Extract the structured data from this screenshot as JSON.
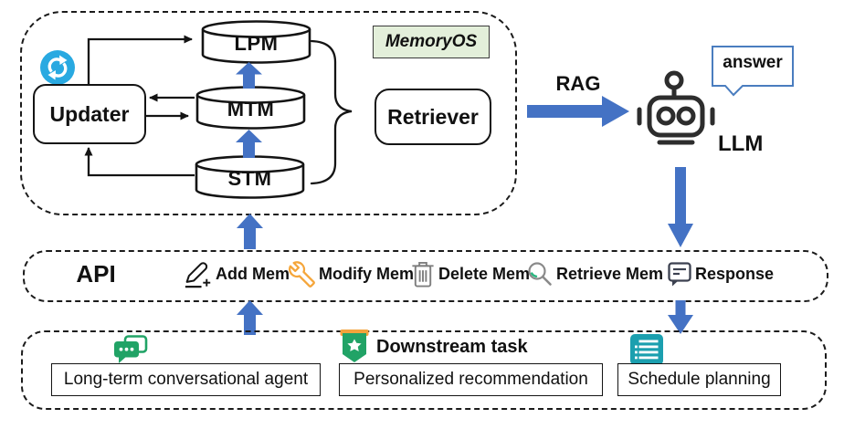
{
  "memory_os": {
    "badge": "MemoryOS",
    "updater_label": "Updater",
    "retriever_label": "Retriever",
    "memory_layers": [
      "LPM",
      "MTM",
      "STM"
    ]
  },
  "llm_section": {
    "rag_arrow_label": "RAG",
    "llm_label": "LLM",
    "speech_bubble": "answer"
  },
  "api_bar": {
    "title": "API",
    "operations": [
      {
        "icon": "pencil-add-icon",
        "label": "Add Mem"
      },
      {
        "icon": "wrench-icon",
        "label": "Modify Mem"
      },
      {
        "icon": "trash-icon",
        "label": "Delete Mem"
      },
      {
        "icon": "magnifier-icon",
        "label": "Retrieve Mem"
      },
      {
        "icon": "response-bubble-icon",
        "label": "Response"
      }
    ]
  },
  "downstream_bar": {
    "title": "Downstream task",
    "tasks": [
      {
        "icon": "chat-bubbles-icon",
        "label": "Long-term conversational agent"
      },
      {
        "icon": "star-badge-icon",
        "label": "Personalized recommendation"
      },
      {
        "icon": "schedule-list-icon",
        "label": "Schedule planning"
      }
    ]
  },
  "colors": {
    "arrow_blue": "#4472C4",
    "refresh_blue": "#29A9E1",
    "memoryos_badge_bg": "#E3EFDA",
    "green_icon": "#21A366",
    "orange_icon": "#F5A63B",
    "teal_icon": "#1B9FAF",
    "answer_border_blue": "#4A7DBF",
    "gray_icon": "#7F7F7F",
    "dark_icon": "#3C4150"
  }
}
